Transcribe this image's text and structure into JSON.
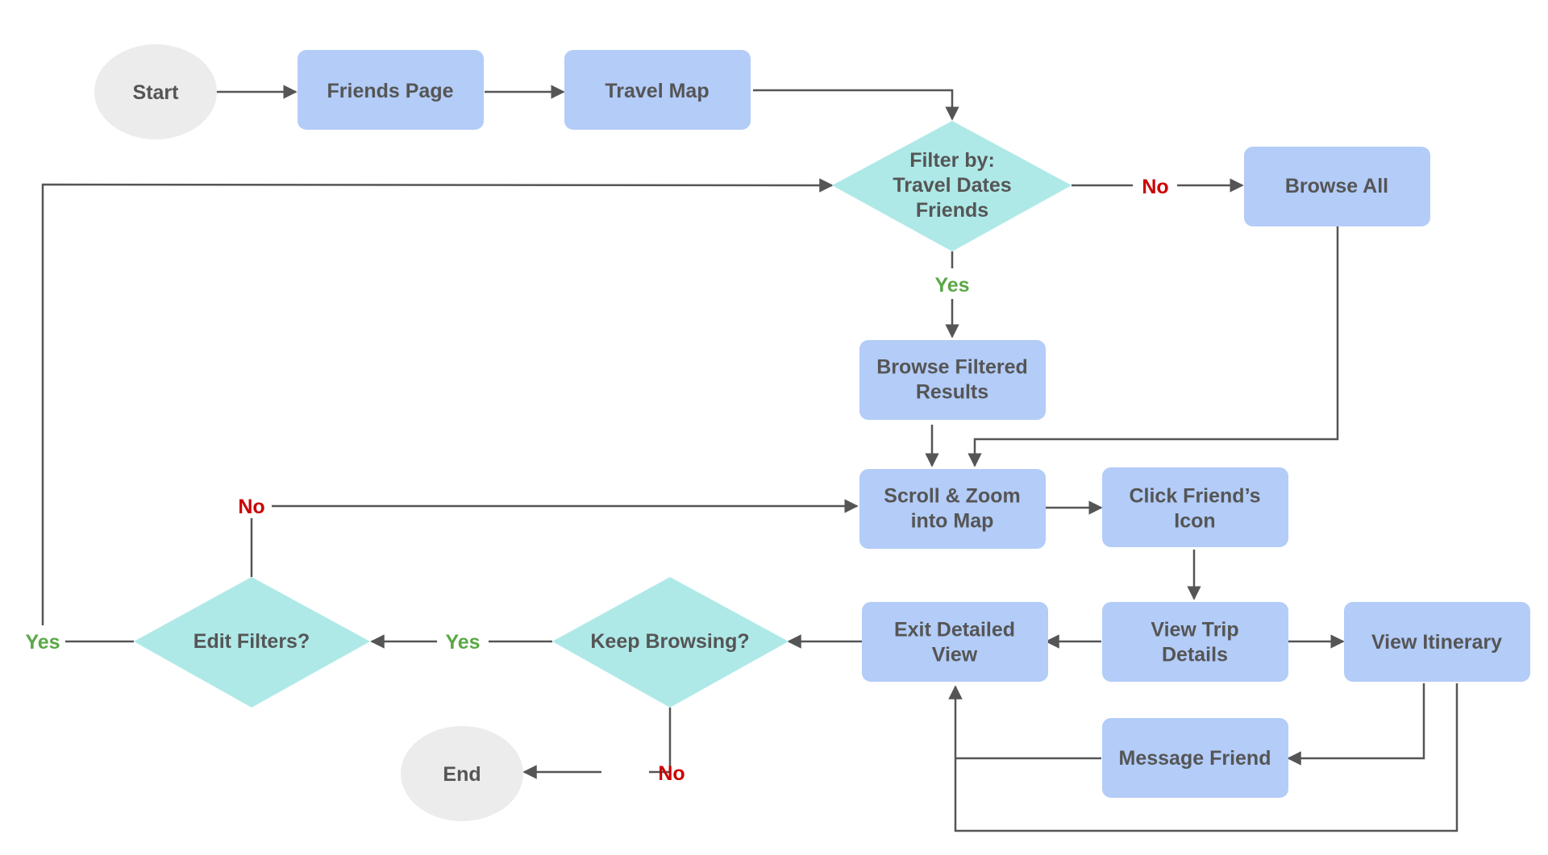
{
  "nodes": {
    "start": {
      "lines": [
        "Start"
      ]
    },
    "friends_page": {
      "lines": [
        "Friends Page"
      ]
    },
    "travel_map": {
      "lines": [
        "Travel Map"
      ]
    },
    "filter_decision": {
      "lines": [
        "Filter by:",
        "Travel Dates",
        "Friends"
      ]
    },
    "browse_all": {
      "lines": [
        "Browse All"
      ]
    },
    "browse_filtered": {
      "lines": [
        "Browse Filtered",
        "Results"
      ]
    },
    "scroll_zoom": {
      "lines": [
        "Scroll & Zoom",
        "into Map"
      ]
    },
    "click_icon": {
      "lines": [
        "Click Friend’s",
        "Icon"
      ]
    },
    "view_trip": {
      "lines": [
        "View Trip",
        "Details"
      ]
    },
    "view_itinerary": {
      "lines": [
        "View Itinerary"
      ]
    },
    "exit_detailed": {
      "lines": [
        "Exit Detailed",
        "View"
      ]
    },
    "message_friend": {
      "lines": [
        "Message Friend"
      ]
    },
    "keep_browsing": {
      "lines": [
        "Keep Browsing?"
      ]
    },
    "edit_filters": {
      "lines": [
        "Edit Filters?"
      ]
    },
    "end": {
      "lines": [
        "End"
      ]
    }
  },
  "labels": {
    "filter_no": "No",
    "filter_yes": "Yes",
    "edit_no": "No",
    "edit_yes": "Yes",
    "keep_yes": "Yes",
    "keep_no": "No"
  },
  "colors": {
    "process": "#b3ccf8",
    "decision": "#aee9e8",
    "terminal": "#ececec",
    "text": "#555555",
    "yes": "#5aa845",
    "no": "#cc0000",
    "edge": "#555555"
  }
}
